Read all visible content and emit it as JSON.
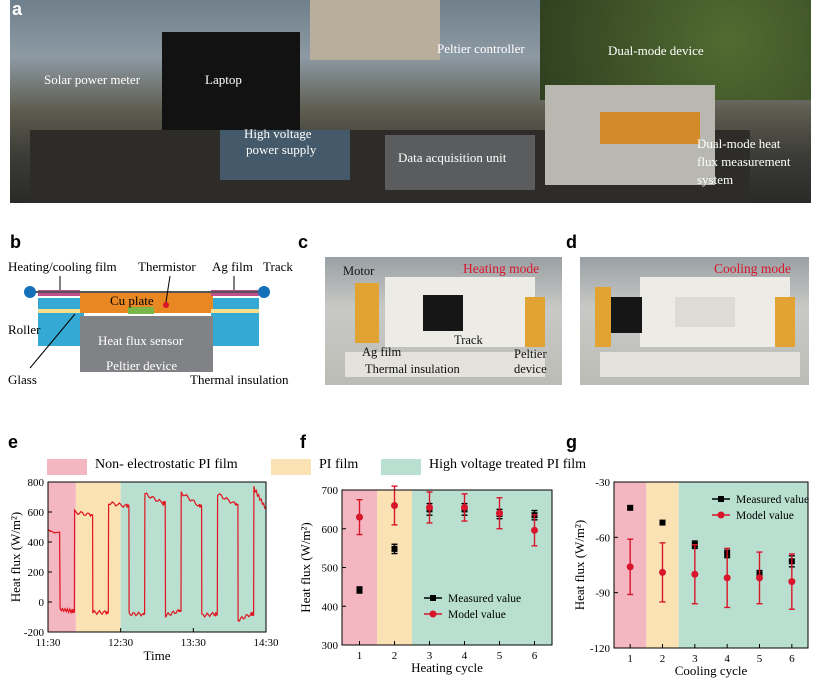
{
  "panels": {
    "a": "a",
    "b": "b",
    "c": "c",
    "d": "d",
    "e": "e",
    "f": "f",
    "g": "g"
  },
  "panel_a": {
    "labels": {
      "solar_meter": "Solar power meter",
      "laptop": "Laptop",
      "hv1": "High voltage",
      "hv2": "power supply",
      "peltier_ctrl": "Peltier controller",
      "daq": "Data acquisition unit",
      "dual_device": "Dual-mode device",
      "dm1": "Dual-mode heat",
      "dm2": "flux measurement",
      "dm3": "system"
    }
  },
  "panel_b": {
    "labels": {
      "film": "Heating/cooling film",
      "thermistor": "Thermistor",
      "ag": "Ag film",
      "track": "Track",
      "roller": "Roller",
      "cu": "Cu plate",
      "hfs": "Heat flux sensor",
      "peltier": "Peltier device",
      "glass": "Glass",
      "insulation": "Thermal insulation"
    }
  },
  "panel_c": {
    "labels": {
      "motor": "Motor",
      "mode": "Heating mode",
      "ag": "Ag film",
      "track": "Track",
      "peltier1": "Peltier",
      "peltier2": "device",
      "insulation": "Thermal insulation"
    }
  },
  "panel_d": {
    "labels": {
      "mode": "Cooling mode"
    }
  },
  "legend": {
    "items": [
      {
        "label": "Non- electrostatic PI film",
        "color": "#f4b6c0"
      },
      {
        "label": "PI film",
        "color": "#fbe2b5"
      },
      {
        "label": "High voltage treated PI film",
        "color": "#b8dfcf"
      }
    ]
  },
  "chart_data": [
    {
      "id": "e",
      "type": "line",
      "xlabel": "Time",
      "ylabel": "Heat flux (W/m²)",
      "ylim": [
        -200,
        800
      ],
      "yticks": [
        -200,
        0,
        200,
        400,
        600,
        800
      ],
      "xtick_labels": [
        "11:30",
        "12:30",
        "13:30",
        "14:30"
      ],
      "series": [
        {
          "color": "#e0141e",
          "description_points": [
            [
              "11:30",
              480
            ],
            [
              "11:36",
              460
            ],
            [
              "11:40",
              -50
            ],
            [
              "11:50",
              -60
            ],
            [
              "11:52",
              600
            ],
            [
              "12:05",
              580
            ],
            [
              "12:07",
              -70
            ],
            [
              "12:18",
              -70
            ],
            [
              "12:20",
              660
            ],
            [
              "12:35",
              640
            ],
            [
              "12:37",
              -80
            ],
            [
              "12:48",
              -80
            ],
            [
              "12:50",
              720
            ],
            [
              "13:05",
              660
            ],
            [
              "13:07",
              -90
            ],
            [
              "13:18",
              -60
            ],
            [
              "13:20",
              730
            ],
            [
              "13:35",
              640
            ],
            [
              "13:37",
              -90
            ],
            [
              "13:48",
              -80
            ],
            [
              "13:50",
              720
            ],
            [
              "14:05",
              650
            ],
            [
              "14:07",
              -120
            ],
            [
              "14:18",
              -80
            ],
            [
              "14:20",
              760
            ],
            [
              "14:30",
              620
            ]
          ]
        }
      ],
      "regions": [
        {
          "from": "11:30",
          "to": "11:53",
          "color": "#f4b6c0"
        },
        {
          "from": "11:53",
          "to": "12:30",
          "color": "#fbe2b5"
        },
        {
          "from": "12:30",
          "to": "14:30",
          "color": "#b8dfcf"
        }
      ]
    },
    {
      "id": "f",
      "type": "scatter",
      "xlabel": "Heating cycle",
      "ylabel": "Heat flux (W/m²)",
      "ylim": [
        300,
        700
      ],
      "yticks": [
        300,
        400,
        500,
        600,
        700
      ],
      "categories": [
        "1",
        "2",
        "3",
        "4",
        "5",
        "6"
      ],
      "series": [
        {
          "name": "Measured value",
          "color": "#000000",
          "marker": "square",
          "values": [
            442,
            548,
            650,
            650,
            638,
            635
          ],
          "errors": [
            8,
            12,
            15,
            15,
            12,
            12
          ]
        },
        {
          "name": "Model value",
          "color": "#d8152b",
          "marker": "circle",
          "values": [
            630,
            660,
            655,
            655,
            640,
            596
          ],
          "errors": [
            45,
            50,
            40,
            35,
            40,
            40
          ]
        }
      ]
    },
    {
      "id": "g",
      "type": "scatter",
      "xlabel": "Cooling cycle",
      "ylabel": "Heat flux (W/m²)",
      "ylim": [
        -120,
        -30
      ],
      "yticks": [
        -120,
        -90,
        -60,
        -30
      ],
      "categories": [
        "1",
        "2",
        "3",
        "4",
        "5",
        "6"
      ],
      "series": [
        {
          "name": "Measured value",
          "color": "#000000",
          "marker": "square",
          "values": [
            -44,
            -52,
            -64,
            -69,
            -80,
            -73
          ],
          "errors": [
            1,
            1,
            2,
            2,
            2,
            3
          ]
        },
        {
          "name": "Model value",
          "color": "#d8152b",
          "marker": "circle",
          "values": [
            -76,
            -79,
            -80,
            -82,
            -82,
            -84
          ],
          "errors": [
            15,
            16,
            16,
            16,
            14,
            15
          ]
        }
      ]
    }
  ]
}
